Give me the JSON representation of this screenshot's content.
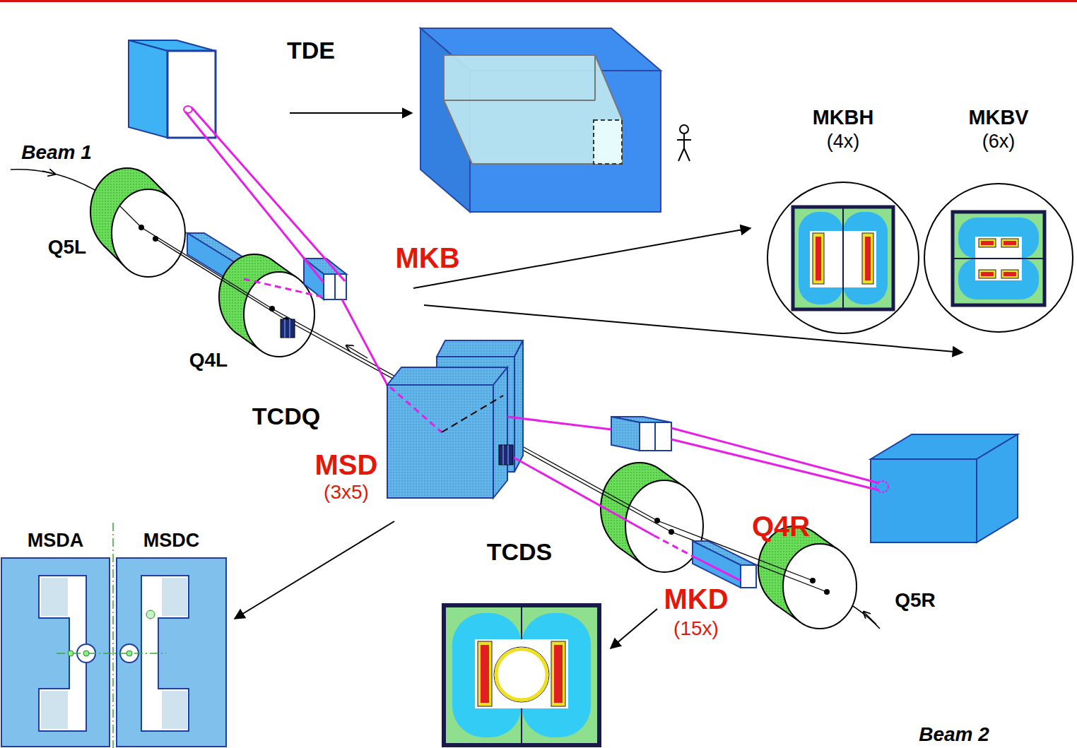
{
  "diagram": {
    "nodes": [
      {
        "text": [
          "MKBH",
          "(4x)"
        ]
      },
      {
        "text": [
          "MKBV",
          "(6x)"
        ]
      },
      {
        "text": [
          "MSDA"
        ]
      },
      {
        "text": [
          "MSDC"
        ]
      }
    ],
    "labels": [
      "TDE",
      "Beam 1",
      "Q5L",
      "MKB",
      "Q4L",
      "TCDQ",
      "MSD",
      "(3x5)",
      "TCDS",
      "Q4R",
      "MKD",
      "(15x)",
      "Q5R",
      "Beam 2"
    ]
  }
}
